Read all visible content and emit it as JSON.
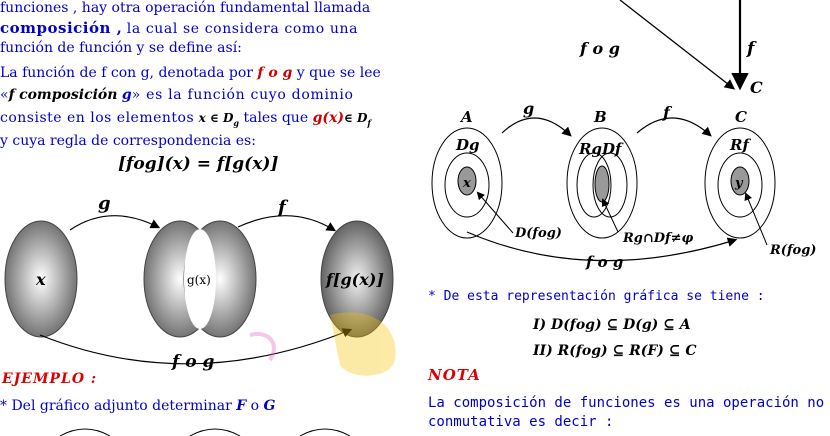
{
  "left": {
    "line1": "funciones , hay otra operación fundamental llamada",
    "line2_bold": "composición ,",
    "line2_rest": "la cual se considera como una",
    "line3": "función de función y se define así:",
    "line4": "La función de f con g, denotada por",
    "line4_fog": "f o g",
    "line4_rest": "y que se lee",
    "line5_a": "«",
    "line5_f": "f",
    "line5_comp": "composición",
    "line5_g": "g",
    "line5_rest": "» es la función cuyo dominio",
    "line6": "consiste en los elementos",
    "line6_x": "x ∈ D",
    "line6_sub": "g",
    "line6_mid": "tales que",
    "line6_gx": "g(x)",
    "line6_in": "∈ D",
    "line6_sub2": "f",
    "line7": "y cuya regla de correspondencia es:",
    "formula": "[fog](x) = f[g(x)]",
    "diagram": {
      "g": "g",
      "f": "f",
      "x": "x",
      "gx": "g(x)",
      "fgx": "f[g(x)]",
      "fog": "f o g"
    },
    "ejemplo": "EJEMPLO :",
    "ejemplo_text": "*   Del gráfico adjunto determinar",
    "ejemplo_F": "F",
    "ejemplo_o": "o",
    "ejemplo_G": "G"
  },
  "right": {
    "top_fog": "f o g",
    "top_f": "f",
    "top_C": "C",
    "A": "A",
    "B": "B",
    "C": "C",
    "g": "g",
    "f": "f",
    "Dg": "Dg",
    "RgDf": "RgDf",
    "Rf": "Rf",
    "x": "x",
    "y": "y",
    "Dfog": "D(fog)",
    "inter": "Rg∩Df≠φ",
    "Rfog": "R(fog)",
    "fog": "f o g",
    "repr": "* De  esta  representación   gráfica se tiene :",
    "prop1": "I) D(fog) ⊆ D(g) ⊆ A",
    "prop2": "II) R(fog) ⊆ R(F) ⊆ C",
    "nota": "NOTA",
    "nota1": "La composición de funciones es una operación  no",
    "nota2": "conmutativa   es  decir :"
  }
}
